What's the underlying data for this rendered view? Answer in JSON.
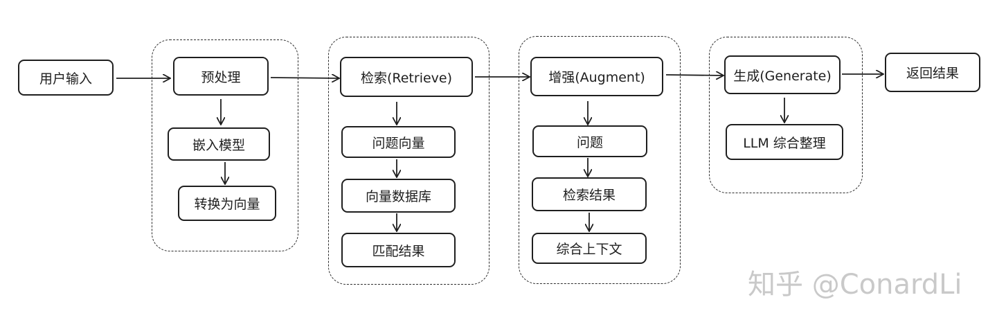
{
  "input": "用户输入",
  "output": "返回结果",
  "preprocess": {
    "title": "预处理",
    "steps": [
      "嵌入模型",
      "转换为向量"
    ]
  },
  "retrieve": {
    "title": "检索(Retrieve)",
    "steps": [
      "问题向量",
      "向量数据库",
      "匹配结果"
    ]
  },
  "augment": {
    "title": "增强(Augment)",
    "steps": [
      "问题",
      "检索结果",
      "综合上下文"
    ]
  },
  "generate": {
    "title": "生成(Generate)",
    "steps": [
      "LLM 综合整理"
    ]
  },
  "watermark": "知乎 @ConardLi"
}
